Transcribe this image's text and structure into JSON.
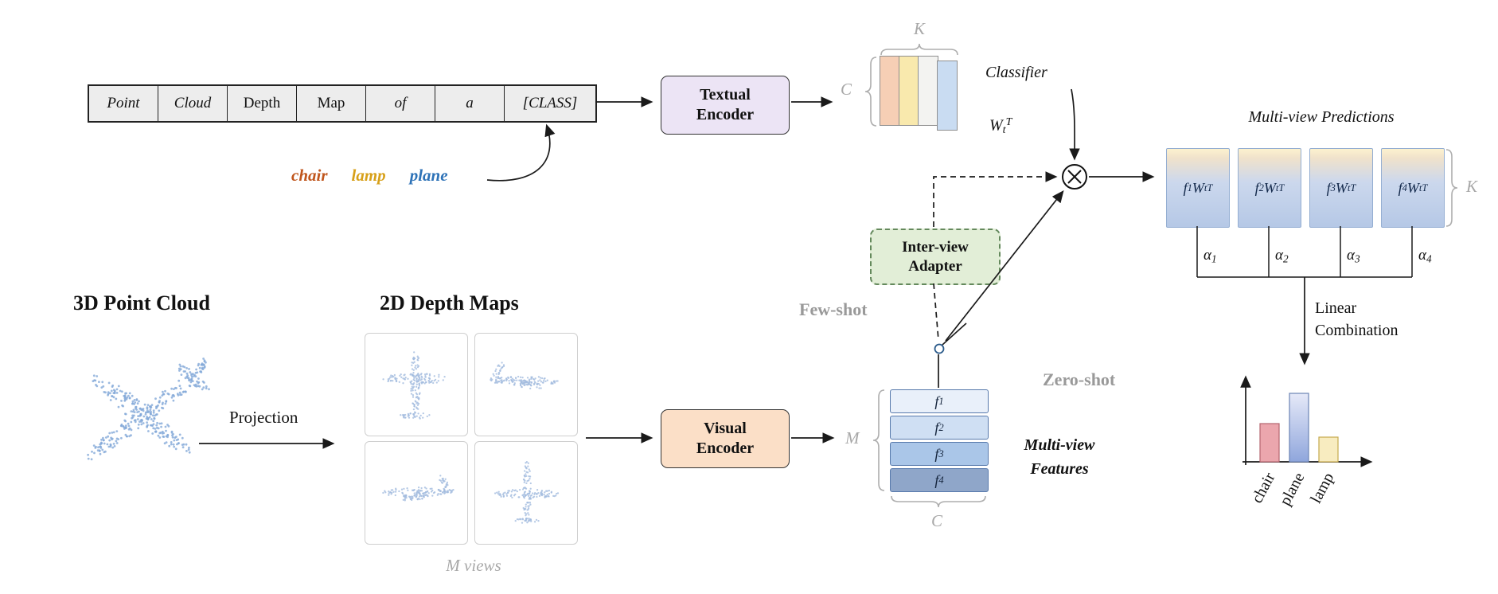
{
  "prompt_cells": [
    "Point",
    "Cloud",
    "Depth",
    "Map",
    "of",
    "a",
    "[CLASS]"
  ],
  "class_words": [
    {
      "text": "chair",
      "color": "#c0561d"
    },
    {
      "text": "lamp",
      "color": "#d7a019"
    },
    {
      "text": "plane",
      "color": "#2d72b7"
    }
  ],
  "encoders": {
    "textual_line1": "Textual",
    "textual_line2": "Encoder",
    "visual_line1": "Visual",
    "visual_line2": "Encoder"
  },
  "adapter": {
    "line1": "Inter-view",
    "line2": "Adapter"
  },
  "classifier": {
    "label": "Classifier",
    "weights": "W_t^T"
  },
  "dims": {
    "k_top": "K",
    "c_left": "C",
    "k_right": "K",
    "m_left": "M",
    "c_bottom": "C"
  },
  "predictions": {
    "title": "Multi-view Predictions",
    "boxes": [
      "f_1W_t^T",
      "f_2W_t^T",
      "f_3W_t^T",
      "f_4W_t^T"
    ],
    "alphas": [
      "α_1",
      "α_2",
      "α_3",
      "α_4"
    ]
  },
  "modes": {
    "few_shot": "Few-shot",
    "zero_shot": "Zero-shot"
  },
  "combination": {
    "line1": "Linear",
    "line2": "Combination"
  },
  "features": {
    "bars": [
      "f_1",
      "f_2",
      "f_3",
      "f_4"
    ],
    "bar_colors": [
      "#e9f0fa",
      "#cfdff3",
      "#aac6e8",
      "#8fa6c9"
    ],
    "caption_line1": "Multi-view",
    "caption_line2": "Features"
  },
  "pipeline": {
    "heading_3d": "3D Point Cloud",
    "heading_2d": "2D Depth Maps",
    "projection": "Projection",
    "m_views": "M views"
  },
  "classifier_stripe_colors": [
    "#f6cfb5",
    "#f9e9ad",
    "#f3f3f1",
    "#c9dcf2"
  ],
  "chart_data": {
    "type": "bar",
    "categories": [
      "chair",
      "plane",
      "lamp"
    ],
    "values": [
      0.48,
      0.86,
      0.31
    ],
    "bar_colors": [
      "#eba6ad",
      "#9fb4dc",
      "#f8ecc0"
    ],
    "title": "",
    "xlabel": "",
    "ylabel": ""
  }
}
